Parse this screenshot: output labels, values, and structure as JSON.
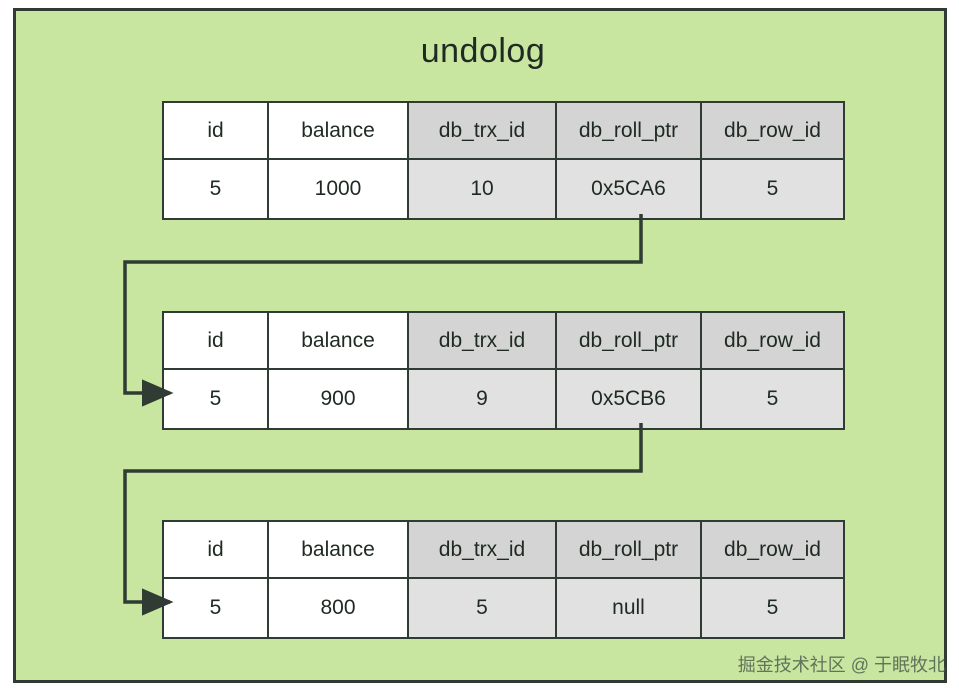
{
  "diagram": {
    "title": "undolog",
    "background_color": "#c8e6a0",
    "border_color": "#2f3b33",
    "watermark": "掘金技术社区 @ 于眠牧北"
  },
  "columns": [
    {
      "key": "id",
      "label": "id",
      "type": "user"
    },
    {
      "key": "balance",
      "label": "balance",
      "type": "user"
    },
    {
      "key": "db_trx_id",
      "label": "db_trx_id",
      "type": "system"
    },
    {
      "key": "db_roll_ptr",
      "label": "db_roll_ptr",
      "type": "system"
    },
    {
      "key": "db_row_id",
      "label": "db_row_id",
      "type": "system"
    }
  ],
  "records": [
    {
      "name": "undolog-record-1",
      "headers": [
        "id",
        "balance",
        "db_trx_id",
        "db_roll_ptr",
        "db_row_id"
      ],
      "values": [
        "5",
        "1000",
        "10",
        "0x5CA6",
        "5"
      ]
    },
    {
      "name": "undolog-record-2",
      "headers": [
        "id",
        "balance",
        "db_trx_id",
        "db_roll_ptr",
        "db_row_id"
      ],
      "values": [
        "5",
        "900",
        "9",
        "0x5CB6",
        "5"
      ]
    },
    {
      "name": "undolog-record-3",
      "headers": [
        "id",
        "balance",
        "db_trx_id",
        "db_roll_ptr",
        "db_row_id"
      ],
      "values": [
        "5",
        "800",
        "5",
        "null",
        "5"
      ]
    }
  ],
  "connectors": [
    {
      "name": "rollptr-link-1-to-2",
      "from": "undolog-record-1.db_roll_ptr",
      "to": "undolog-record-2"
    },
    {
      "name": "rollptr-link-2-to-3",
      "from": "undolog-record-2.db_roll_ptr",
      "to": "undolog-record-3"
    }
  ]
}
